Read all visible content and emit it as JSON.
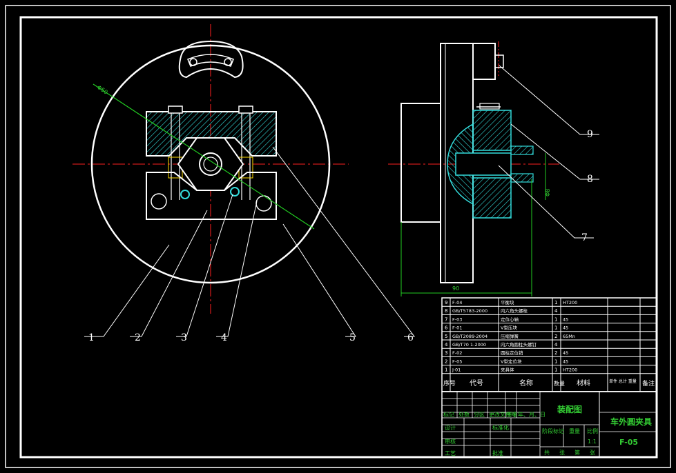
{
  "colors": {
    "background": "#000000",
    "lines": "#ffffff",
    "centerline": "#ff2020",
    "hatch": "#33dddd",
    "dimension": "#22cc22",
    "accent": "#ffdd00",
    "title_text": "#33cc33"
  },
  "views": {
    "front_dim": "Φ50",
    "side_dim_width": "90",
    "side_dim_height": "Φ8"
  },
  "callouts": {
    "front": [
      "1",
      "2",
      "3",
      "4",
      "5",
      "6"
    ],
    "side": [
      "7",
      "8",
      "9"
    ]
  },
  "bom": {
    "rows": [
      {
        "no": "9",
        "code": "F-04",
        "name": "平衡块",
        "qty": "1",
        "material": "HT200"
      },
      {
        "no": "8",
        "code": "GB/T5783-2000",
        "name": "内六角头螺栓",
        "qty": "4",
        "material": ""
      },
      {
        "no": "7",
        "code": "F-03",
        "name": "定位心轴",
        "qty": "1",
        "material": "45"
      },
      {
        "no": "6",
        "code": "F-01",
        "name": "V型压块",
        "qty": "1",
        "material": "45"
      },
      {
        "no": "5",
        "code": "GB/T2089-2004",
        "name": "压缩弹簧",
        "qty": "2",
        "material": "65Mn"
      },
      {
        "no": "4",
        "code": "GB/T70 1-2000",
        "name": "内六角圆柱头螺钉",
        "qty": "4",
        "material": ""
      },
      {
        "no": "3",
        "code": "F-02",
        "name": "圆柱定位销",
        "qty": "2",
        "material": "45"
      },
      {
        "no": "2",
        "code": "F-05",
        "name": "V型定位块",
        "qty": "1",
        "material": "45"
      },
      {
        "no": "1",
        "code": "J-01",
        "name": "夹具体",
        "qty": "1",
        "material": "HT200"
      }
    ],
    "header": {
      "no": "序号",
      "code": "代号",
      "name": "名称",
      "qty": "数量",
      "material": "材料",
      "weight": "单件 总计 重量",
      "remark": "备注"
    }
  },
  "title_block": {
    "drawing_name": "装配图",
    "part_name": "车外圆夹具",
    "drawing_no": "F-05",
    "row_labels": [
      "标记",
      "处数",
      "分区",
      "更改文件号",
      "签名",
      "年、月、日"
    ],
    "roles": [
      "设计",
      "审核",
      "工艺"
    ],
    "mid_labels": [
      "标准化",
      "批准"
    ],
    "stage_label": "阶段标记",
    "weight_label": "重量",
    "scale_label": "比例",
    "scale": "1:1",
    "sheet_labels": [
      "共",
      "张",
      "第",
      "张"
    ]
  }
}
